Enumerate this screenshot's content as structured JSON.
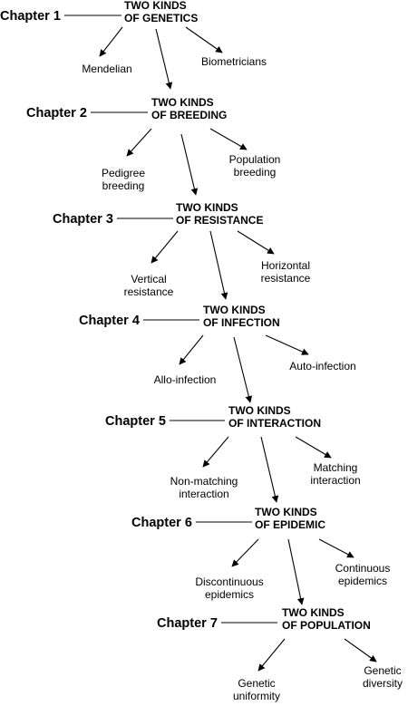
{
  "steps": [
    {
      "chapter": "Chapter 1",
      "heading": [
        "TWO KINDS",
        "OF GENETICS"
      ],
      "left": [
        "Mendelian"
      ],
      "right": [
        "Biometricians"
      ]
    },
    {
      "chapter": "Chapter 2",
      "heading": [
        "TWO KINDS",
        "OF BREEDING"
      ],
      "left": [
        "Pedigree",
        "breeding"
      ],
      "right": [
        "Population",
        "breeding"
      ]
    },
    {
      "chapter": "Chapter 3",
      "heading": [
        "TWO KINDS",
        "OF RESISTANCE"
      ],
      "left": [
        "Vertical",
        "resistance"
      ],
      "right": [
        "Horizontal",
        "resistance"
      ]
    },
    {
      "chapter": "Chapter 4",
      "heading": [
        "TWO KINDS",
        "OF INFECTION"
      ],
      "left": [
        "Allo-infection"
      ],
      "right": [
        "Auto-infection"
      ]
    },
    {
      "chapter": "Chapter 5",
      "heading": [
        "TWO KINDS",
        "OF INTERACTION"
      ],
      "left": [
        "Non-matching",
        "interaction"
      ],
      "right": [
        "Matching",
        "interaction"
      ]
    },
    {
      "chapter": "Chapter 6",
      "heading": [
        "TWO KINDS",
        "OF EPIDEMIC"
      ],
      "left": [
        "Discontinuous",
        "epidemics"
      ],
      "right": [
        "Continuous",
        "epidemics"
      ]
    },
    {
      "chapter": "Chapter 7",
      "heading": [
        "TWO KINDS",
        "OF POPULATION"
      ],
      "left": [
        "Genetic",
        "uniformity"
      ],
      "right": [
        "Genetic",
        "diversity"
      ]
    }
  ],
  "colors": {
    "ink": "#000000",
    "background": "#ffffff"
  }
}
